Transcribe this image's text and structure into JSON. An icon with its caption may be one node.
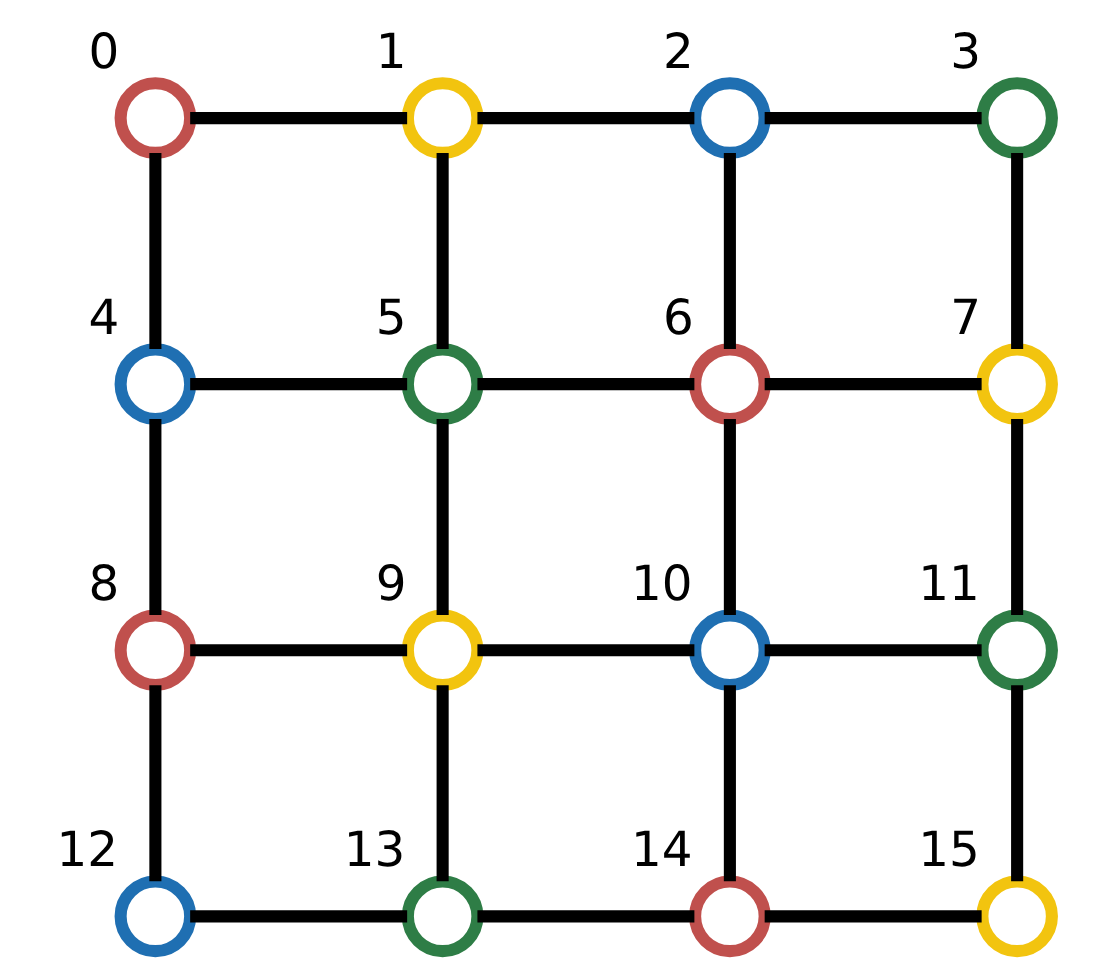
{
  "diagram": {
    "nodes": [
      {
        "text": [],
        "shape": "circle",
        "beside": [
          "0"
        ]
      },
      {
        "text": [],
        "shape": "circle",
        "beside": [
          "1"
        ]
      },
      {
        "text": [],
        "shape": "circle",
        "beside": [
          "2"
        ]
      },
      {
        "text": [],
        "shape": "circle",
        "beside": [
          "3"
        ]
      },
      {
        "text": [],
        "shape": "circle",
        "beside": [
          "4"
        ]
      },
      {
        "text": [],
        "shape": "circle",
        "beside": [
          "5"
        ]
      },
      {
        "text": [],
        "shape": "circle",
        "beside": [
          "6"
        ]
      },
      {
        "text": [],
        "shape": "circle",
        "beside": [
          "7"
        ]
      },
      {
        "text": [],
        "shape": "circle",
        "beside": [
          "8"
        ]
      },
      {
        "text": [],
        "shape": "circle",
        "beside": [
          "9"
        ]
      },
      {
        "text": [],
        "shape": "circle",
        "beside": [
          "10"
        ]
      },
      {
        "text": [],
        "shape": "circle",
        "beside": [
          "11"
        ]
      },
      {
        "text": [],
        "shape": "circle",
        "beside": [
          "12"
        ]
      },
      {
        "text": [],
        "shape": "circle",
        "beside": [
          "13"
        ]
      },
      {
        "text": [],
        "shape": "circle",
        "beside": [
          "14"
        ]
      },
      {
        "text": [],
        "shape": "circle",
        "beside": [
          "15"
        ]
      }
    ],
    "edges": [
      {
        "from": 0,
        "to": 1,
        "arrow": "none"
      },
      {
        "from": 1,
        "to": 2,
        "arrow": "none"
      },
      {
        "from": 2,
        "to": 3,
        "arrow": "none"
      },
      {
        "from": 4,
        "to": 5,
        "arrow": "none"
      },
      {
        "from": 5,
        "to": 6,
        "arrow": "none"
      },
      {
        "from": 6,
        "to": 7,
        "arrow": "none"
      },
      {
        "from": 8,
        "to": 9,
        "arrow": "none"
      },
      {
        "from": 9,
        "to": 10,
        "arrow": "none"
      },
      {
        "from": 10,
        "to": 11,
        "arrow": "none"
      },
      {
        "from": 12,
        "to": 13,
        "arrow": "none"
      },
      {
        "from": 13,
        "to": 14,
        "arrow": "none"
      },
      {
        "from": 14,
        "to": 15,
        "arrow": "none"
      },
      {
        "from": 0,
        "to": 4,
        "arrow": "none"
      },
      {
        "from": 4,
        "to": 8,
        "arrow": "none"
      },
      {
        "from": 8,
        "to": 12,
        "arrow": "none"
      },
      {
        "from": 1,
        "to": 5,
        "arrow": "none"
      },
      {
        "from": 5,
        "to": 9,
        "arrow": "none"
      },
      {
        "from": 9,
        "to": 13,
        "arrow": "none"
      },
      {
        "from": 2,
        "to": 6,
        "arrow": "none"
      },
      {
        "from": 6,
        "to": 10,
        "arrow": "none"
      },
      {
        "from": 10,
        "to": 14,
        "arrow": "none"
      },
      {
        "from": 3,
        "to": 7,
        "arrow": "none"
      },
      {
        "from": 7,
        "to": 11,
        "arrow": "none"
      },
      {
        "from": 11,
        "to": 15,
        "arrow": "none"
      }
    ]
  }
}
